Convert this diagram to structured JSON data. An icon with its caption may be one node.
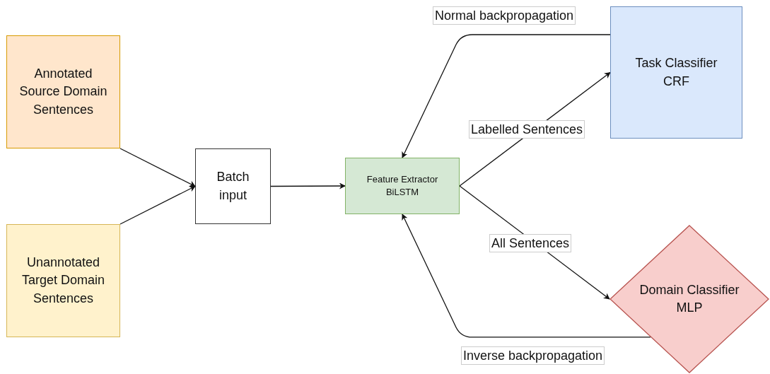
{
  "diagram": {
    "nodes": [
      {
        "text": [
          "Annotated Source Domain Sentences"
        ]
      },
      {
        "text": [
          "Unannotated Target Domain Sentences"
        ]
      },
      {
        "text": [
          "Batch input"
        ]
      },
      {
        "text": [
          "Feature Extractor BiLSTM"
        ]
      },
      {
        "text": [
          "Task Classifier CRF"
        ]
      },
      {
        "text": [
          "Domain Classifier MLP"
        ]
      }
    ],
    "edges": [
      {
        "from": 0,
        "to": 2,
        "arrow": "to"
      },
      {
        "from": 1,
        "to": 2,
        "arrow": "to"
      },
      {
        "from": 2,
        "to": 3,
        "arrow": "to"
      },
      {
        "from": 3,
        "to": 4,
        "arrow": "to",
        "label": "Labelled Sentences"
      },
      {
        "from": 3,
        "to": 5,
        "arrow": "to",
        "label": "All Sentences"
      },
      {
        "from": 4,
        "to": 3,
        "arrow": "to",
        "label": "Normal backpropagation"
      },
      {
        "from": 5,
        "to": 3,
        "arrow": "to",
        "label": "Inverse backpropagation"
      }
    ]
  }
}
